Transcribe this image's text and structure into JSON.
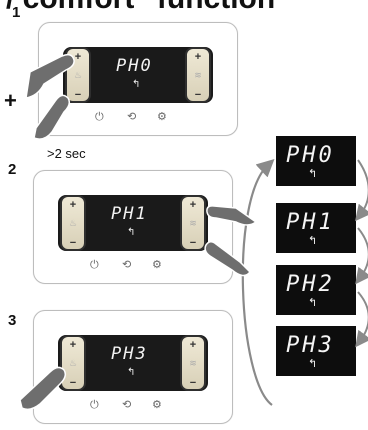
{
  "header": {
    "title": "/ comfort\" function"
  },
  "steps": [
    {
      "number": "1",
      "display": "PH0"
    },
    {
      "number": "2",
      "display": "PH1",
      "note": ">2 sec"
    },
    {
      "number": "3",
      "display": "PH3"
    }
  ],
  "combo_symbol": "+",
  "rocker": {
    "plus": "+",
    "minus": "−"
  },
  "tap_glyph": "↰",
  "bottom_icons": [
    "power-icon",
    "reset-icon",
    "settings-icon"
  ],
  "cycle": [
    "PH0",
    "PH1",
    "PH2",
    "PH3"
  ],
  "colors": {
    "display": "#1a1a1a",
    "digits": "#f2f2f2",
    "arrow": "#8a8a8a",
    "finger": "#6e6e6e"
  }
}
